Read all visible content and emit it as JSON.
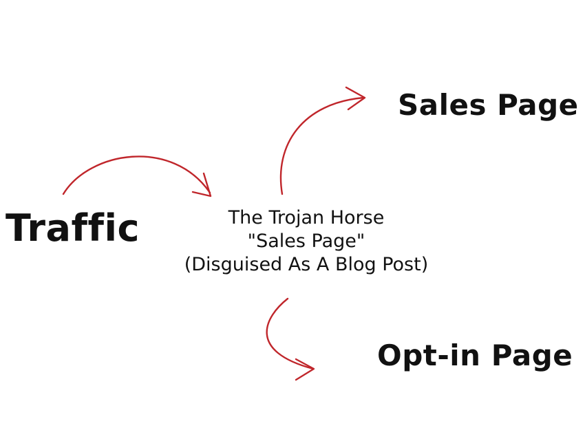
{
  "diagram": {
    "arrow_color": "#c0262b",
    "text_color": "#111111",
    "source_label": "Traffic",
    "center_lines": [
      "The Trojan Horse",
      "\"Sales Page\"",
      "(Disguised As A Blog Post)"
    ],
    "target_top_label": "Sales Page",
    "target_bottom_label": "Opt-in Page"
  }
}
